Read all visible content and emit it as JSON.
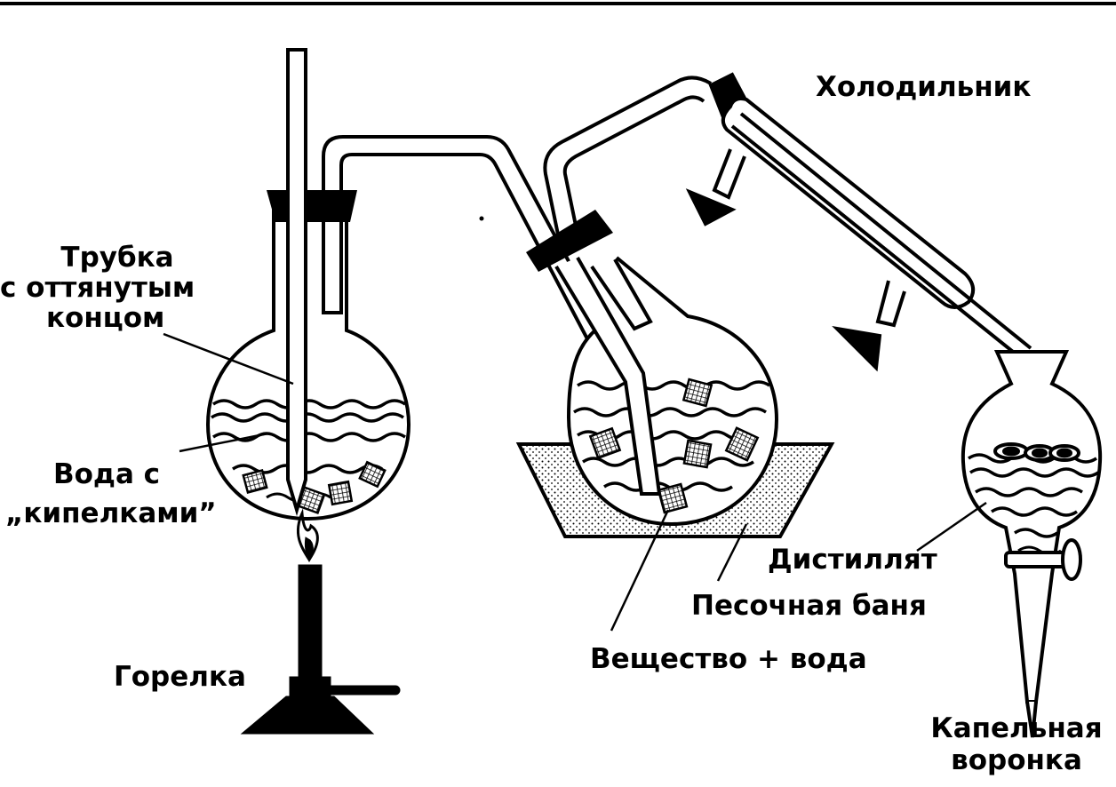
{
  "labels": {
    "tube_line1": "Трубка",
    "tube_line2": "с оттянутым",
    "tube_line3": "концом",
    "water_line1": "Вода с",
    "water_line2": "„кипелками”",
    "burner": "Горелка",
    "condenser": "Холодильник",
    "distillate": "Дистиллят",
    "sand_bath": "Песочная баня",
    "substance": "Вещество + вода",
    "funnel_line1": "Капельная",
    "funnel_line2": "воронка"
  }
}
